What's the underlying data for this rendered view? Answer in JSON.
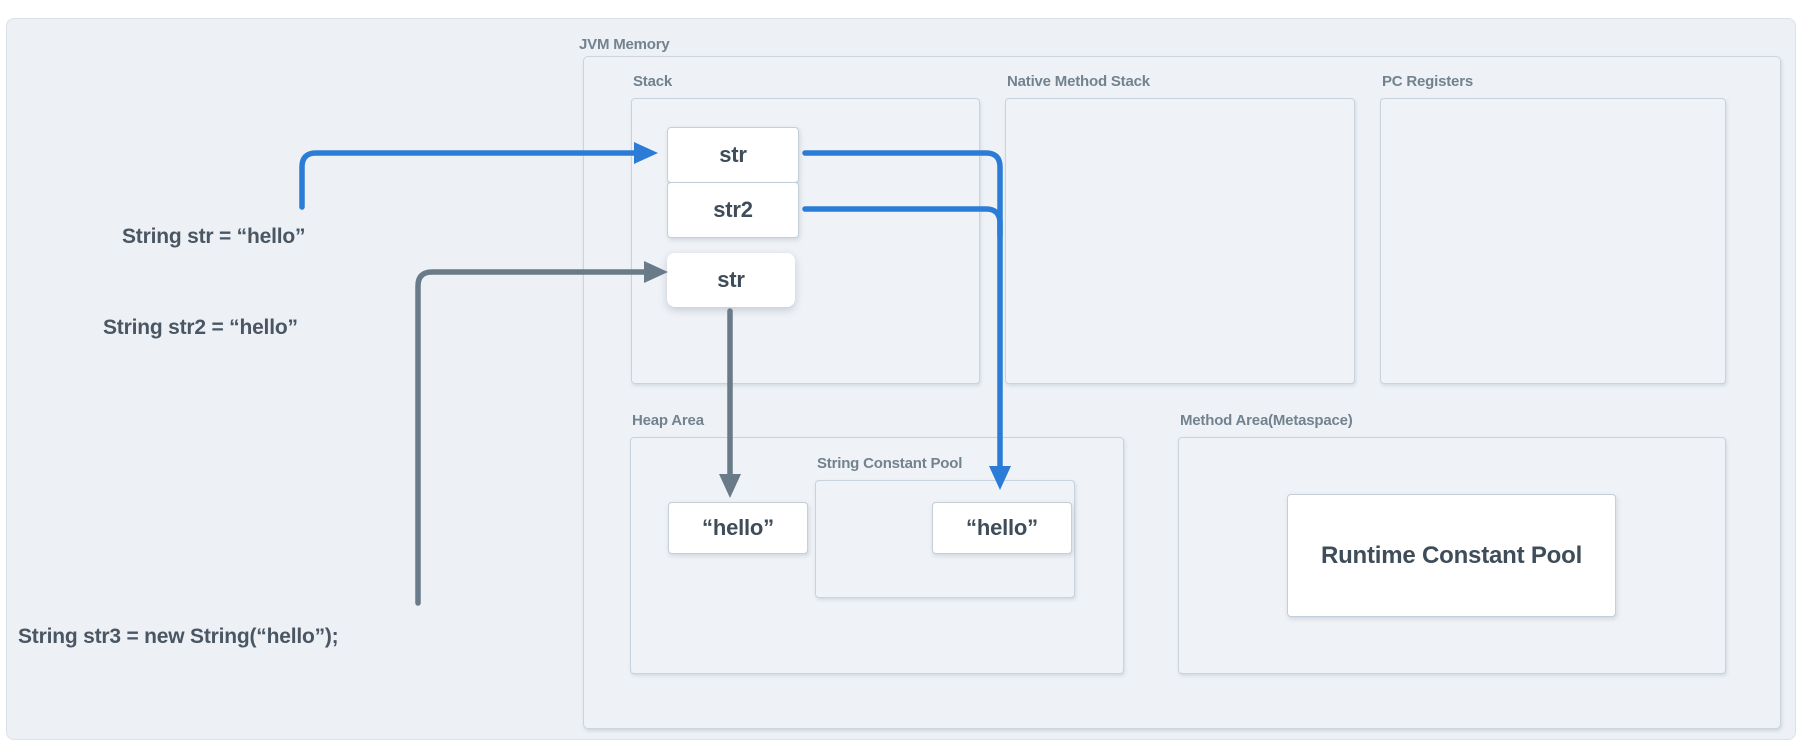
{
  "title": "JVM Memory diagram",
  "colors": {
    "arrow_blue": "#2b7cd6",
    "arrow_gray": "#697a89",
    "panel_bg": "#edf1f5",
    "box_border": "#c9d3dd",
    "label_text": "#73828f",
    "value_text": "#3f4c59"
  },
  "code": {
    "line1": "String str = “hello”",
    "line2": "String str2 = “hello”",
    "line3": "String str3 = new String(“hello”);"
  },
  "labels": {
    "jvm_memory": "JVM Memory",
    "stack": "Stack",
    "native_method_stack": "Native Method Stack",
    "pc_registers": "PC Registers",
    "heap_area": "Heap Area",
    "method_area": "Method Area(Metaspace)",
    "string_constant_pool": "String Constant Pool",
    "runtime_constant_pool": "Runtime Constant Pool"
  },
  "stack_frames": {
    "str": "str",
    "str2": "str2",
    "str3_ref": "str"
  },
  "values": {
    "heap_hello": "“hello”",
    "scp_hello": "“hello”"
  }
}
